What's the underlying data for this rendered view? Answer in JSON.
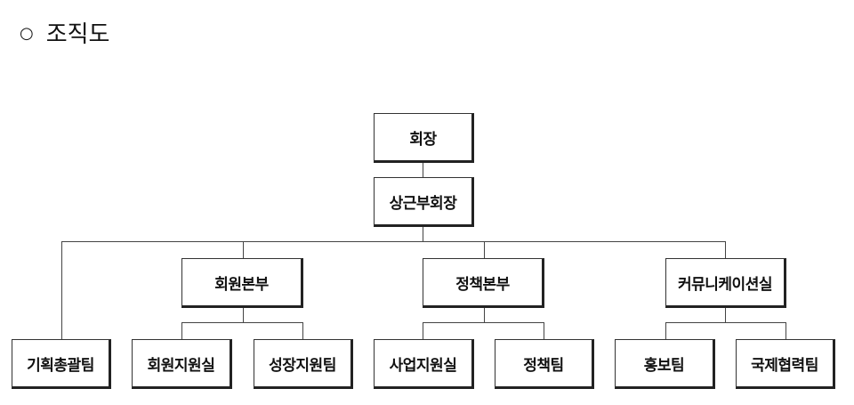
{
  "title": {
    "bullet": "○",
    "text": "조직도"
  },
  "org": {
    "chairman": "회장",
    "vice_chairman": "상근부회장",
    "planning": "기획총괄팀",
    "member_hq": {
      "name": "회원본부",
      "children": [
        "회원지원실",
        "성장지원팀"
      ]
    },
    "policy_hq": {
      "name": "정책본부",
      "children": [
        "사업지원실",
        "정책팀"
      ]
    },
    "comm_office": {
      "name": "커뮤니케이션실",
      "children": [
        "홍보팀",
        "국제협력팀"
      ]
    }
  }
}
